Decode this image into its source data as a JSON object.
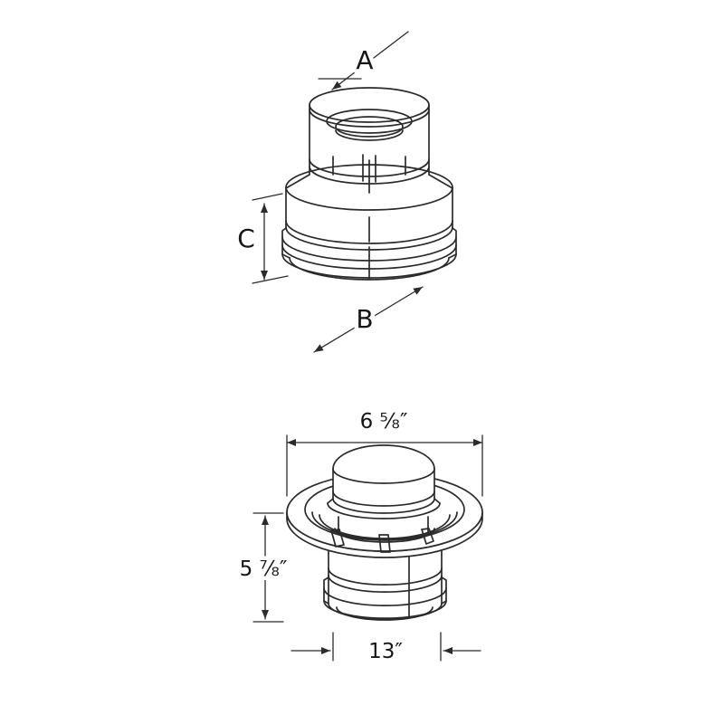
{
  "figure_top": {
    "description": "chimney-adapter-isometric-line-drawing",
    "dim_a_label": "A",
    "dim_b_label": "B",
    "dim_c_label": "C"
  },
  "figure_bottom": {
    "description": "round-ceiling-support-front-line-drawing",
    "width_label": "6 ⅝″",
    "height_label": "5 ⅞″",
    "base_label": "13″"
  },
  "style": {
    "line_color": "#2b2b2b",
    "label_color": "#161616",
    "background": "#ffffff"
  }
}
